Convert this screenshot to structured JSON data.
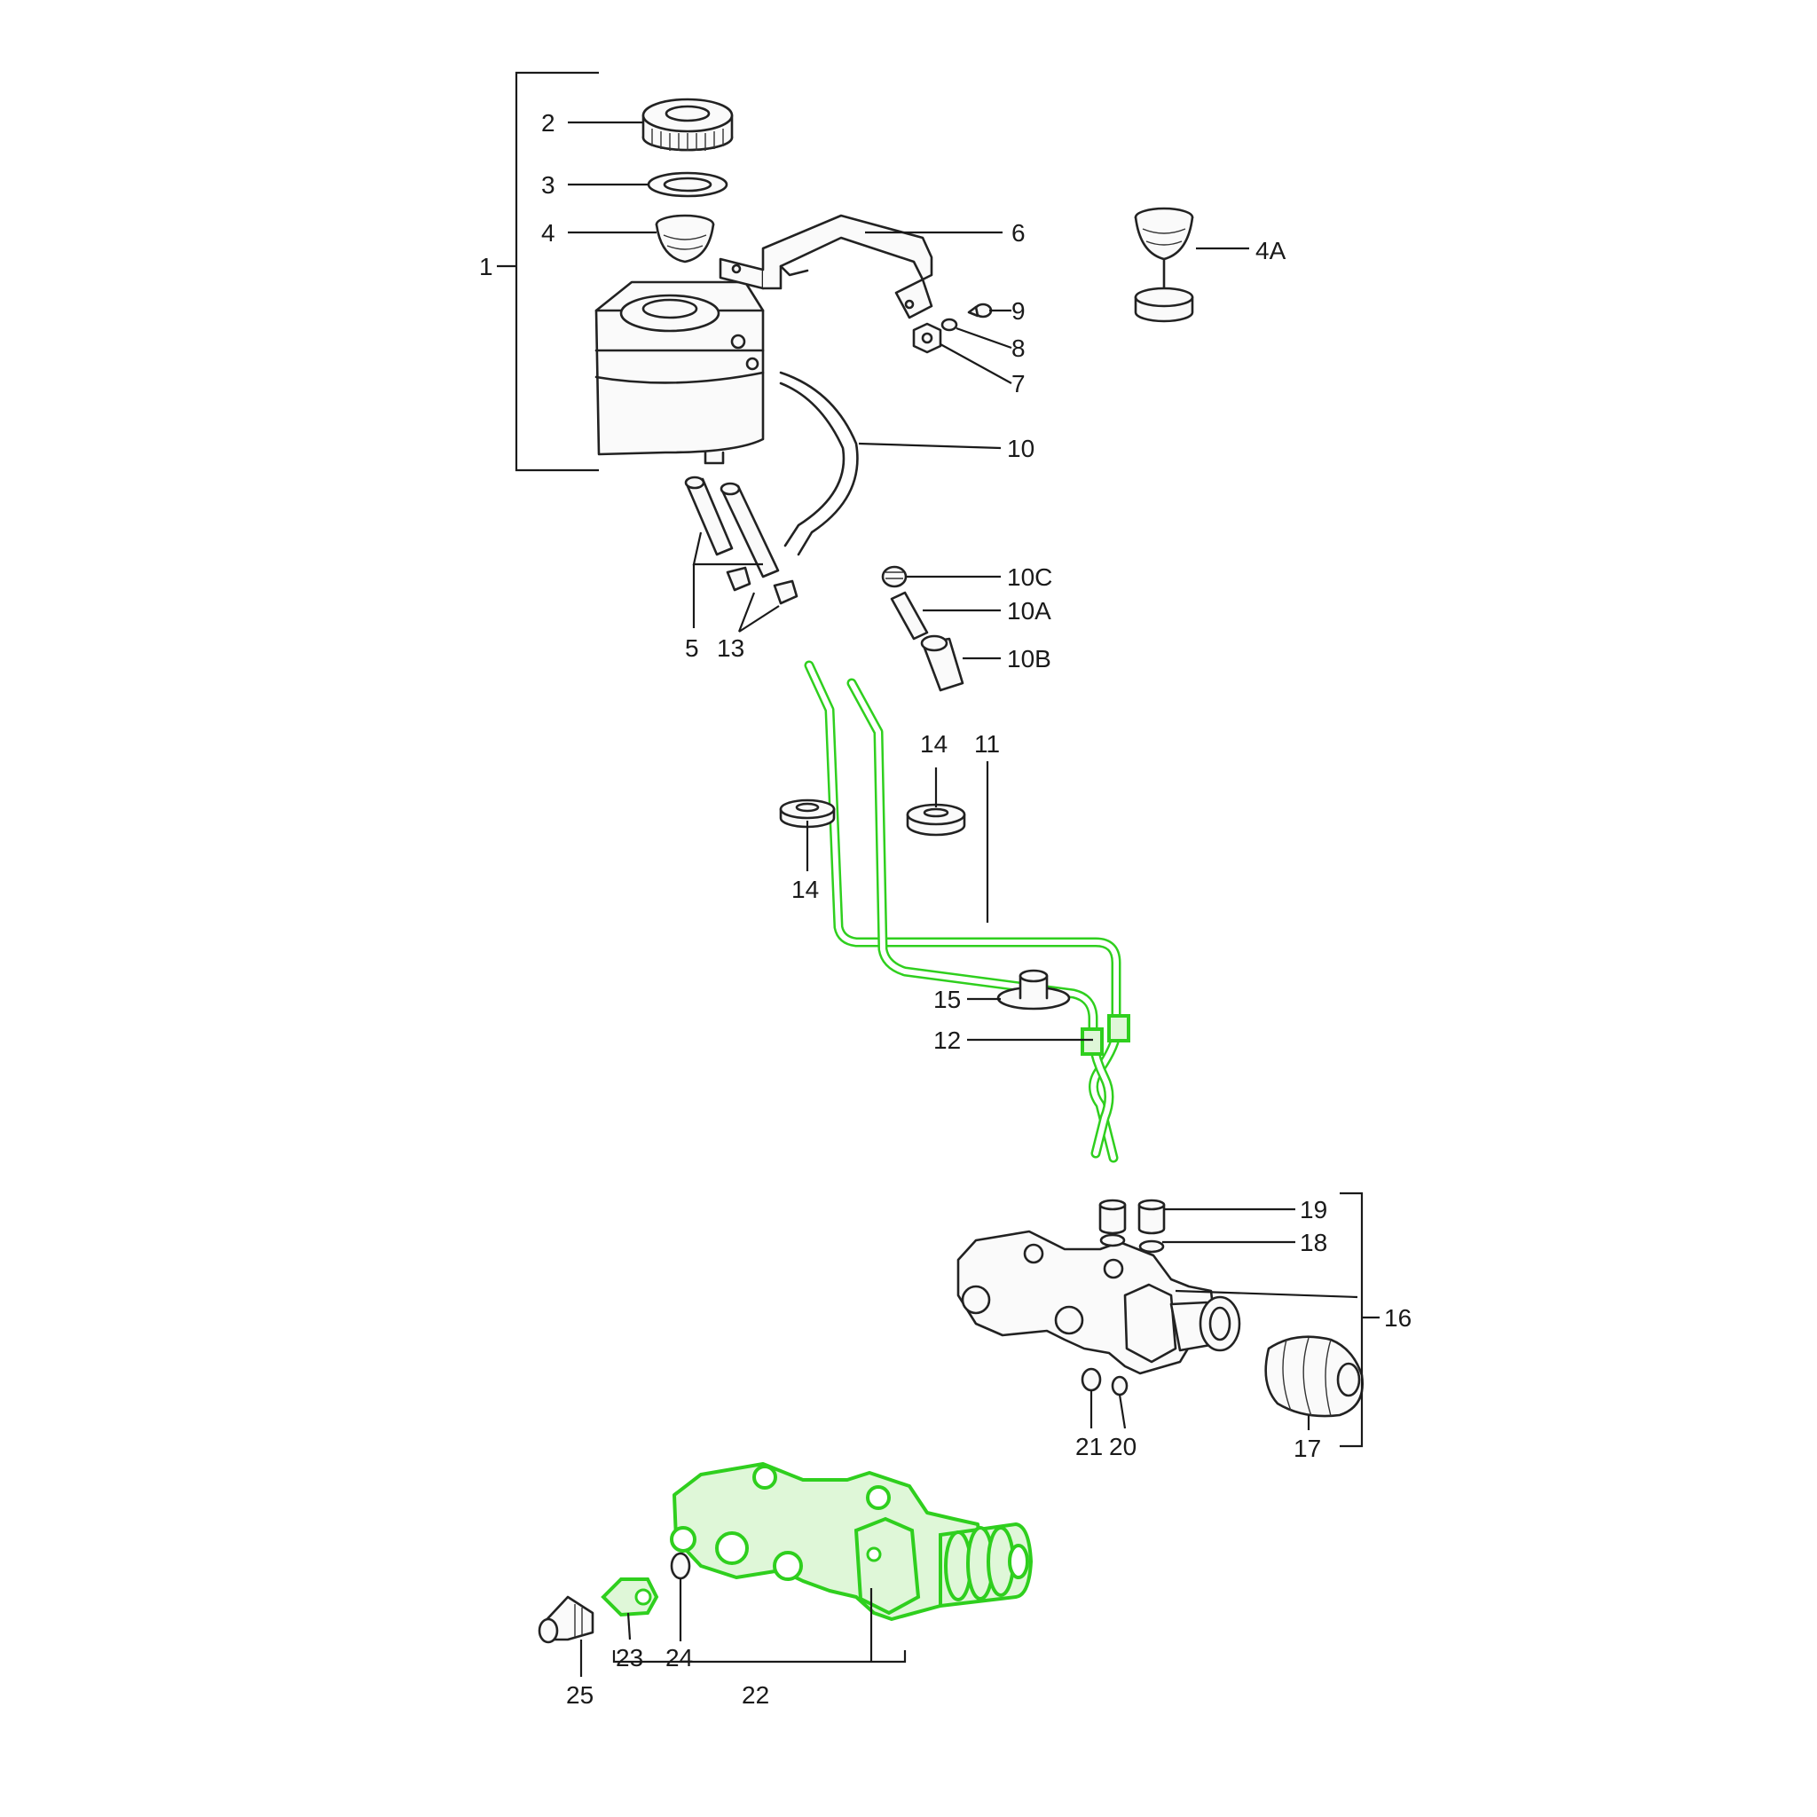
{
  "colors": {
    "ink": "#1a1a1a",
    "highlight": "#2fcf1e",
    "highlight_fill": "#dff7d8",
    "background": "#ffffff"
  },
  "callouts": {
    "c1": "1",
    "c2": "2",
    "c3": "3",
    "c4": "4",
    "c4A": "4A",
    "c5": "5",
    "c6": "6",
    "c7": "7",
    "c8": "8",
    "c9": "9",
    "c10": "10",
    "c10A": "10A",
    "c10B": "10B",
    "c10C": "10C",
    "c11": "11",
    "c12": "12",
    "c13": "13",
    "c14a": "14",
    "c14b": "14",
    "c15": "15",
    "c16": "16",
    "c17": "17",
    "c18": "18",
    "c19": "19",
    "c20": "20",
    "c21": "21",
    "c22": "22",
    "c23": "23",
    "c24": "24",
    "c25": "25"
  },
  "highlighted_parts": [
    "11",
    "12",
    "22",
    "23"
  ]
}
